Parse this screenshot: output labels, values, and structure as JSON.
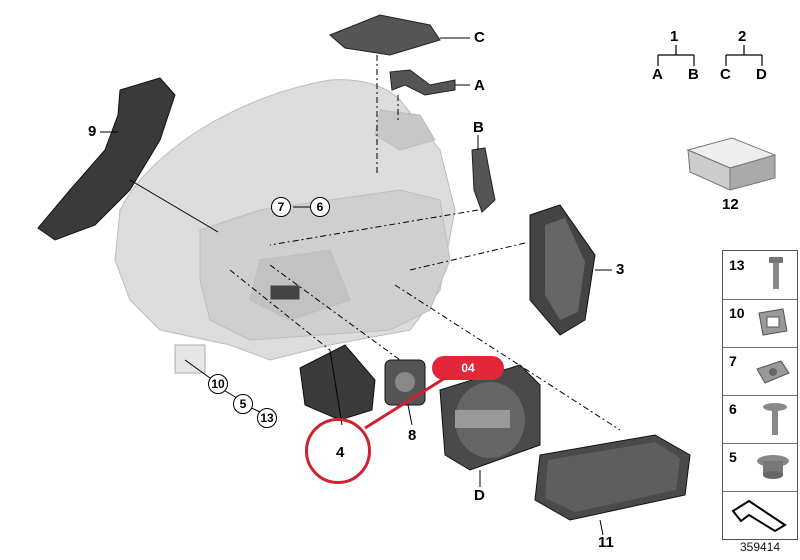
{
  "diagram": {
    "callouts": {
      "c_top": "C",
      "a": "A",
      "b": "B",
      "three": "3",
      "four": "4",
      "eight": "8",
      "nine": "9",
      "eleven": "11",
      "d": "D",
      "seven_circ": "7",
      "six_circ": "6",
      "ten_circ": "10",
      "five_circ": "5",
      "thirteen_circ": "13"
    },
    "highlight_badge": "04"
  },
  "legend_tree": {
    "left_root": "1",
    "left_a": "A",
    "left_b": "B",
    "right_root": "2",
    "right_c": "C",
    "right_d": "D"
  },
  "box_item": {
    "label": "12"
  },
  "hardware_panel": {
    "items": [
      {
        "num": "13",
        "icon": "screw-icon"
      },
      {
        "num": "10",
        "icon": "bracket-icon"
      },
      {
        "num": "7",
        "icon": "clip-nut-icon"
      },
      {
        "num": "6",
        "icon": "flange-screw-icon"
      },
      {
        "num": "5",
        "icon": "grommet-icon"
      },
      {
        "num": "",
        "icon": "orientation-arrow-icon"
      }
    ]
  },
  "doc_number": "359414",
  "colors": {
    "line": "#000000",
    "highlight": "#e3263a",
    "part_dark": "#3a3a3a",
    "part_light": "#d9d9d9"
  }
}
